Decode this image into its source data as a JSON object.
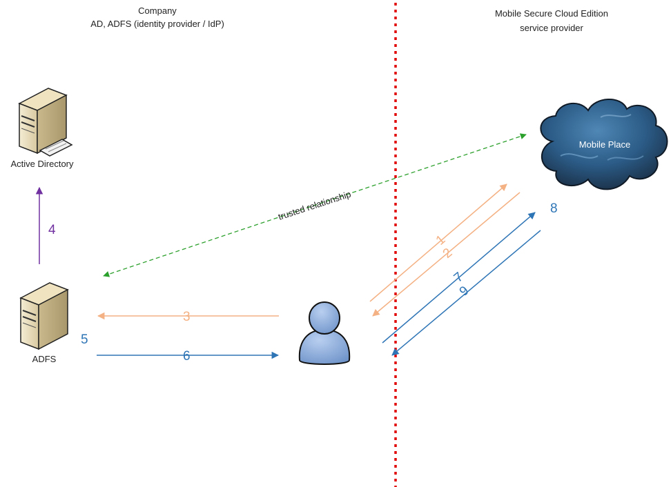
{
  "header": {
    "left_title": "Company",
    "left_subtitle": "AD, ADFS (identity provider / IdP)",
    "right_title": "Mobile Secure Cloud Edition",
    "right_subtitle": "service provider"
  },
  "nodes": {
    "active_directory": "Active Directory",
    "adfs": "ADFS",
    "cloud": "Mobile Place"
  },
  "relationship_label": "trusted relationship",
  "steps": {
    "s1": "1",
    "s2": "2",
    "s3": "3",
    "s4": "4",
    "s5": "5",
    "s6": "6",
    "s7": "7",
    "s8": "8",
    "s9": "9"
  },
  "colors": {
    "orange": "#f4b183",
    "blue": "#2e75b6",
    "purple": "#7030a0",
    "green": "#2ca02c",
    "red_divider": "#e00000"
  }
}
